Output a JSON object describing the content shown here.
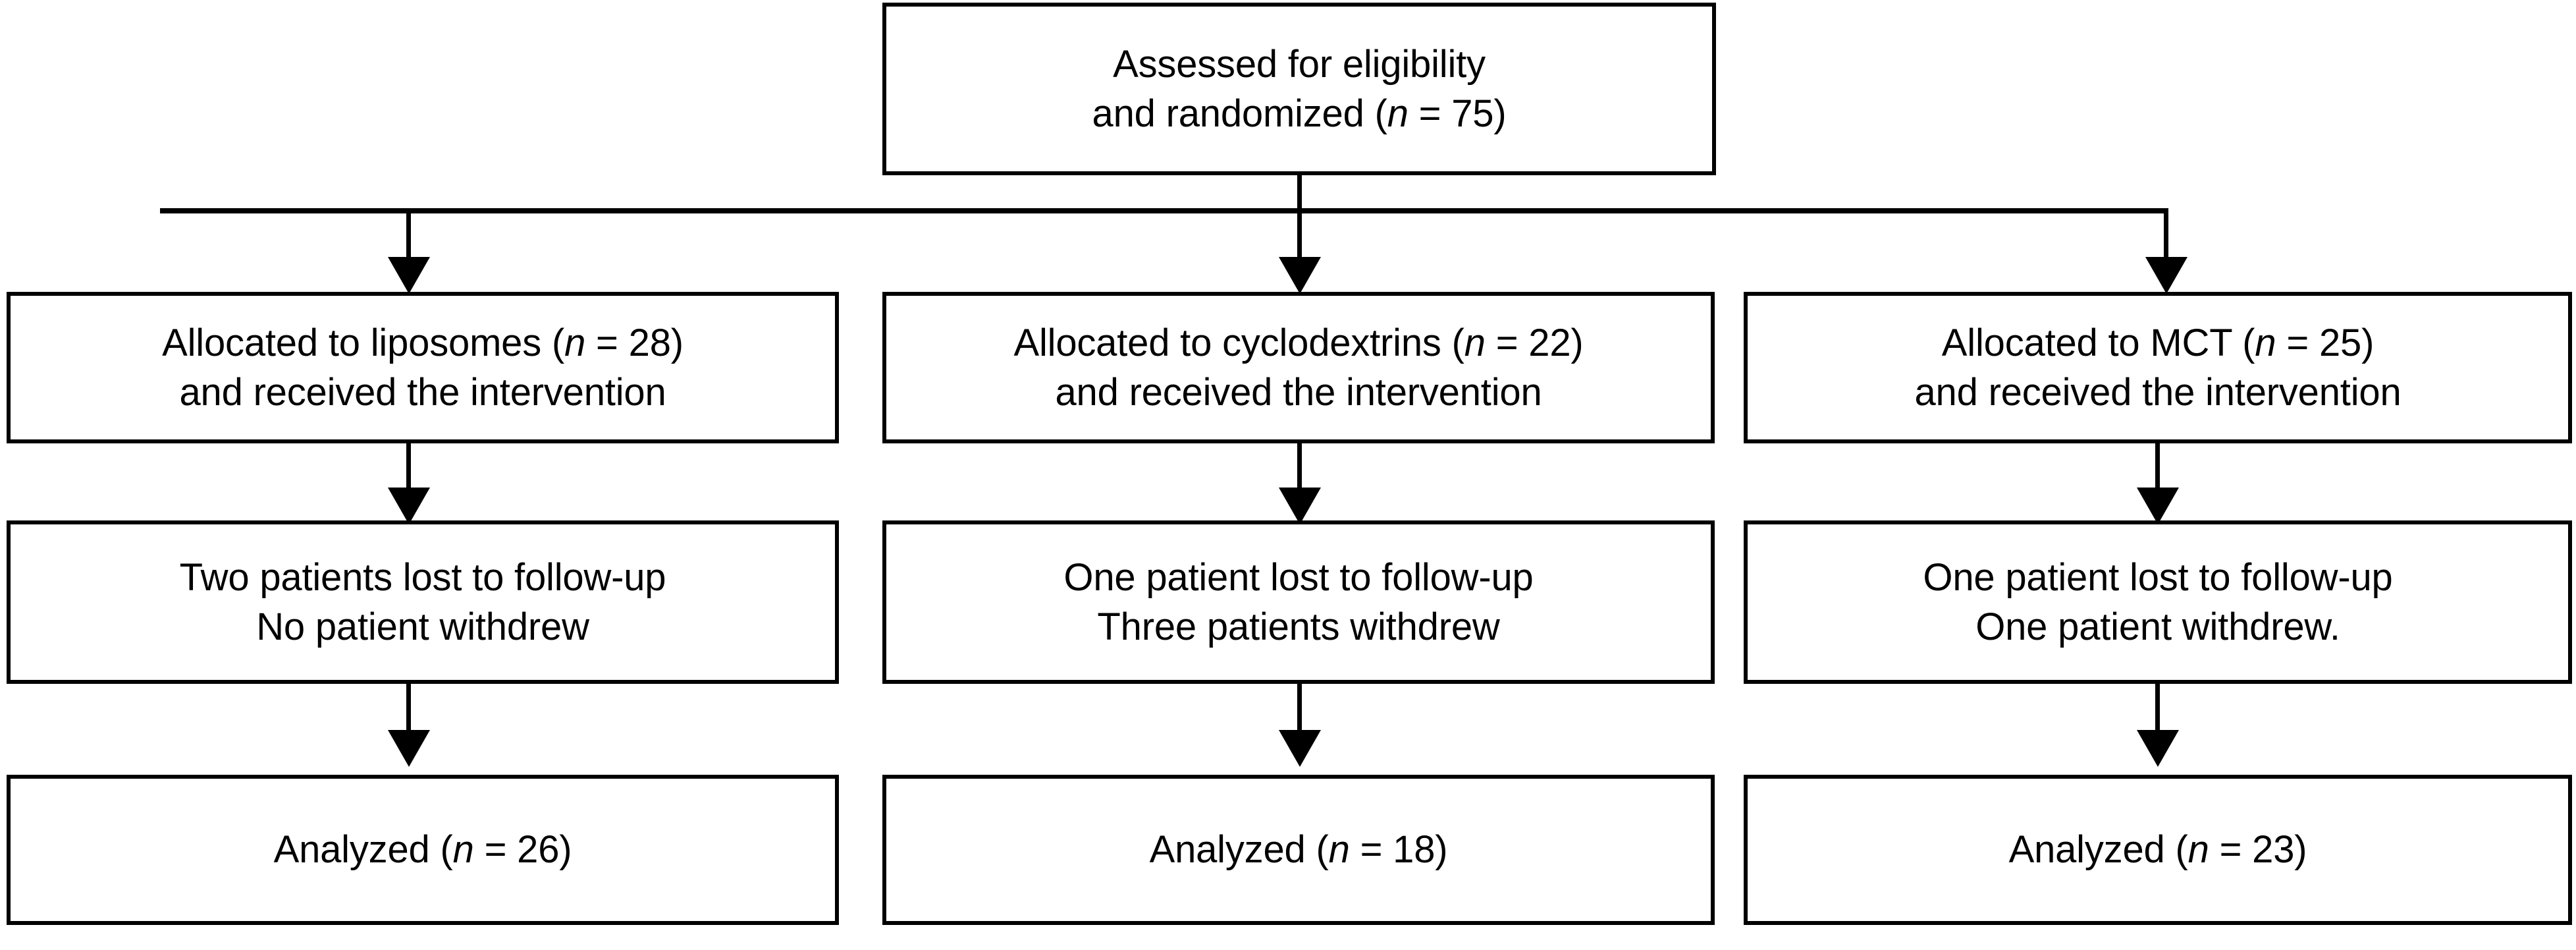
{
  "diagram": {
    "type": "CONSORT participant flow diagram",
    "columns": [
      "liposomes",
      "cyclodextrins",
      "MCT"
    ],
    "enrollment": {
      "line1": "Assessed for eligibility",
      "line2_prefix": "and randomized (",
      "line2_italic": "n",
      "line2_suffix": " = 75)",
      "n": 75
    },
    "allocation": [
      {
        "line1_prefix": "Allocated to liposomes (",
        "line1_italic": "n",
        "line1_suffix": " = 28)",
        "line2": "and received the intervention",
        "n": 28
      },
      {
        "line1_prefix": "Allocated to cyclodextrins (",
        "line1_italic": "n",
        "line1_suffix": " = 22)",
        "line2": "and received the intervention",
        "n": 22
      },
      {
        "line1_prefix": "Allocated to MCT (",
        "line1_italic": "n",
        "line1_suffix": " = 25)",
        "line2": "and received the intervention",
        "n": 25
      }
    ],
    "followup": [
      {
        "line1": "Two patients lost to follow-up",
        "line2": "No patient withdrew"
      },
      {
        "line1": "One patient lost to follow-up",
        "line2": "Three patients withdrew"
      },
      {
        "line1": "One patient lost to follow-up",
        "line2": "One patient withdrew."
      }
    ],
    "analysis": [
      {
        "line1_prefix": "Analyzed (",
        "line1_italic": "n",
        "line1_suffix": " = 26)",
        "n": 26
      },
      {
        "line1_prefix": "Analyzed (",
        "line1_italic": "n",
        "line1_suffix": " = 18)",
        "n": 18
      },
      {
        "line1_prefix": "Analyzed (",
        "line1_italic": "n",
        "line1_suffix": " = 23)",
        "n": 23
      }
    ],
    "colors": {
      "stroke": "#000000",
      "fill": "#ffffff",
      "text": "#000000"
    }
  }
}
